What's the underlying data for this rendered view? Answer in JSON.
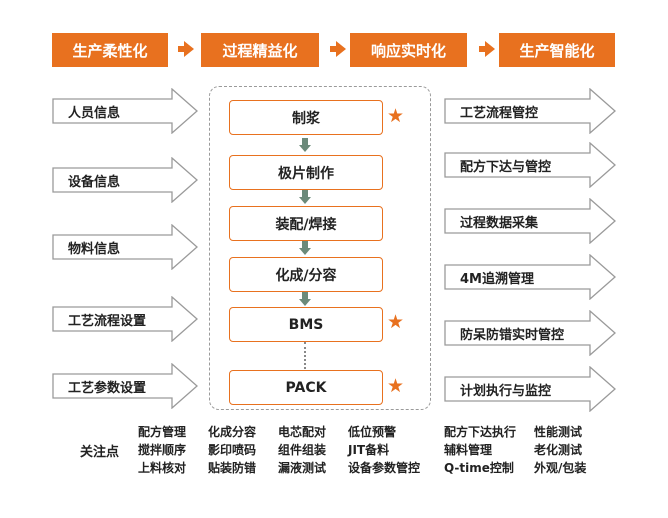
{
  "stages": [
    "生产柔性化",
    "过程精益化",
    "响应实时化",
    "生产智能化"
  ],
  "inputs": [
    "人员信息",
    "设备信息",
    "物料信息",
    "工艺流程设置",
    "工艺参数设置"
  ],
  "process": [
    "制浆",
    "极片制作",
    "装配/焊接",
    "化成/分容",
    "BMS",
    "PACK"
  ],
  "outputs": [
    "工艺流程管控",
    "配方下达与管控",
    "过程数据采集",
    "4M追溯管理",
    "防呆防错实时管控",
    "计划执行与监控"
  ],
  "focus": {
    "title": "关注点",
    "columns": [
      [
        "配方管理",
        "搅拌顺序",
        "上料核对"
      ],
      [
        "化成分容",
        "影印喷码",
        "贴装防错"
      ],
      [
        "电芯配对",
        "组件组装",
        "漏液测试"
      ],
      [
        "低位预警",
        "JIT备料",
        "设备参数管控"
      ],
      [
        "配方下达执行",
        "辅料管理",
        "Q-time控制"
      ],
      [
        "性能测试",
        "老化测试",
        "外观/包装"
      ]
    ]
  },
  "colors": {
    "accent": "#e8711f",
    "arrow_outline": "#9a9a9a",
    "step_arrow": "#6b8a7a"
  }
}
